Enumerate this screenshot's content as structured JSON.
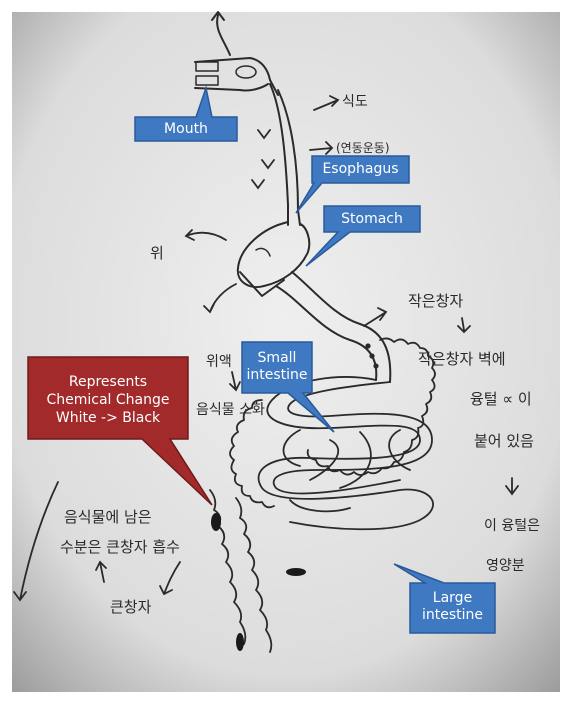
{
  "colors": {
    "blue_fill": "#3f79c2",
    "blue_stroke": "#2a5a9a",
    "red_fill": "#a32a2a",
    "red_stroke": "#6e1a1a",
    "ink": "#2a2a2a",
    "paper": "#e4e4e4"
  },
  "labels": {
    "mouth": "Mouth",
    "esophagus": "Esophagus",
    "stomach": "Stomach",
    "small_intestine_1": "Small",
    "small_intestine_2": "intestine",
    "large_intestine_1": "Large",
    "large_intestine_2": "intestine",
    "chemical_1": "Represents",
    "chemical_2": "Chemical Change",
    "chemical_3": "White -> Black"
  },
  "handwriting": {
    "sikdo": "식도",
    "sikdo_paren": "(연동운동)",
    "wi": "위",
    "wiaek": "위액",
    "eumsik_soha": "음식물 소화",
    "small_int_kr": "작은창자",
    "wall_line1": "작은창자 벽에",
    "wall_line2": "융털 ∝ 이",
    "wall_line3": "붙어 있음",
    "absorb_line1": "이 융털은",
    "absorb_line2": "영양분",
    "left_line1": "음식물에 남은",
    "left_line2": "수분은 큰창자 흡수",
    "large_int_kr": "큰창자"
  }
}
